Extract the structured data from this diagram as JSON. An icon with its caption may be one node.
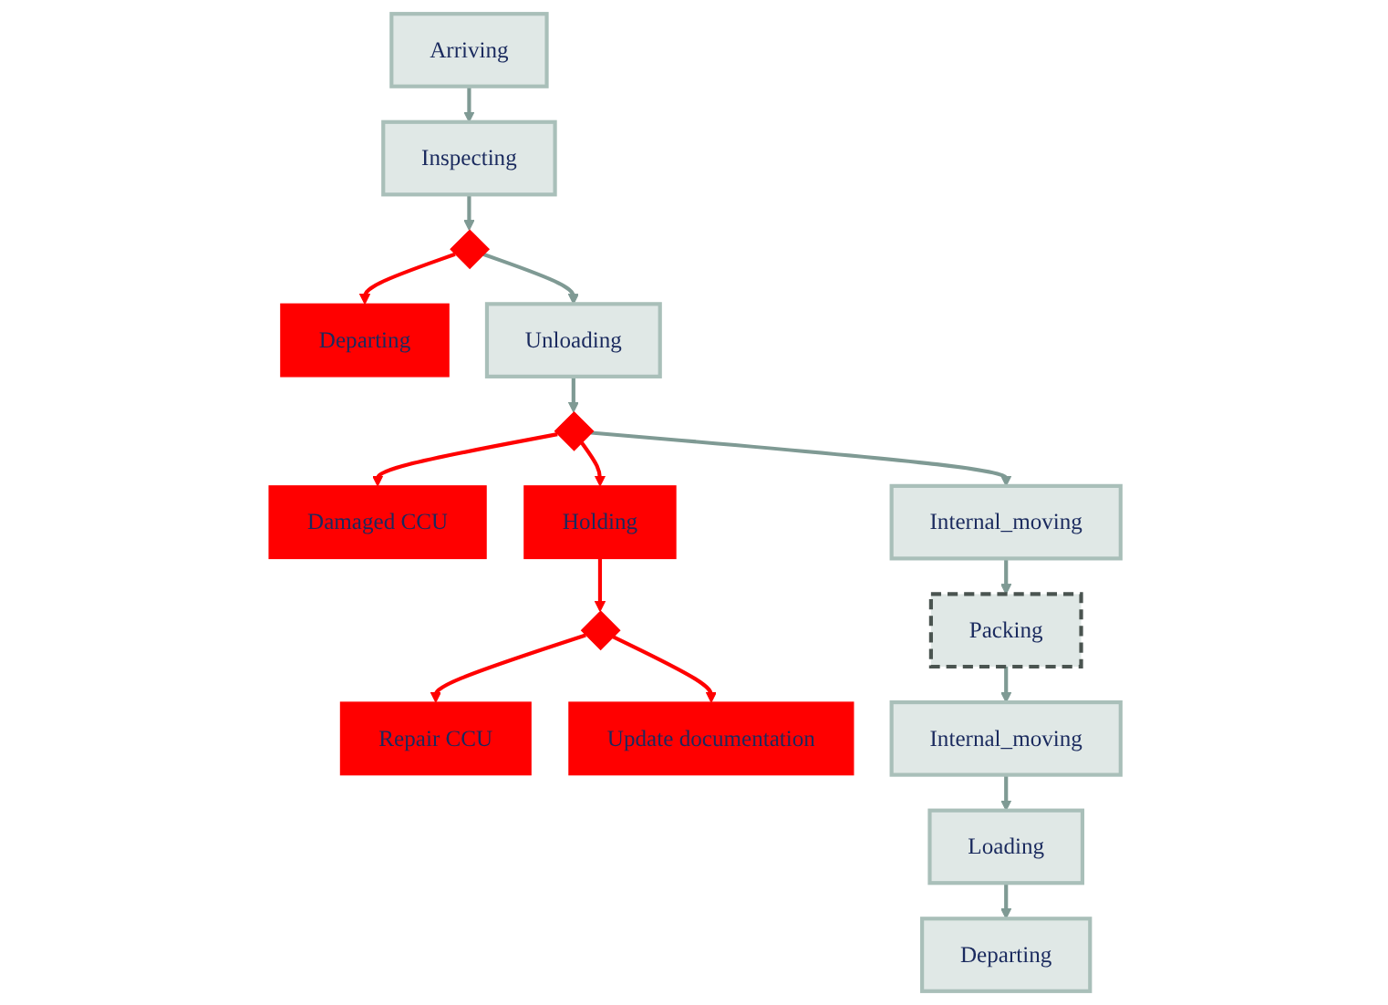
{
  "diagram": {
    "nodes": [
      {
        "text": [
          "Arriving"
        ]
      },
      {
        "text": [
          "Inspecting"
        ]
      },
      {
        "text": [],
        "shape": "diamond"
      },
      {
        "text": [
          "Departing"
        ]
      },
      {
        "text": [
          "Unloading"
        ]
      },
      {
        "text": [],
        "shape": "diamond"
      },
      {
        "text": [
          "Damaged CCU"
        ]
      },
      {
        "text": [
          "Holding"
        ]
      },
      {
        "text": [],
        "shape": "diamond"
      },
      {
        "text": [
          "Repair CCU"
        ]
      },
      {
        "text": [
          "Update documentation"
        ]
      },
      {
        "text": [
          "Internal_moving"
        ]
      },
      {
        "text": [
          "Packing"
        ]
      },
      {
        "text": [
          "Internal_moving"
        ]
      },
      {
        "text": [
          "Loading"
        ]
      },
      {
        "text": [
          "Departing"
        ]
      }
    ],
    "edges": [
      {
        "from": 0,
        "to": 1,
        "arrow": "to"
      },
      {
        "from": 1,
        "to": 2,
        "arrow": "to"
      },
      {
        "from": 2,
        "to": 3,
        "arrow": "to",
        "color": "#ff0000"
      },
      {
        "from": 2,
        "to": 4,
        "arrow": "to"
      },
      {
        "from": 4,
        "to": 5,
        "arrow": "to"
      },
      {
        "from": 5,
        "to": 6,
        "arrow": "to",
        "color": "#ff0000"
      },
      {
        "from": 5,
        "to": 7,
        "arrow": "to",
        "color": "#ff0000"
      },
      {
        "from": 5,
        "to": 11,
        "arrow": "to"
      },
      {
        "from": 7,
        "to": 8,
        "arrow": "to",
        "color": "#ff0000"
      },
      {
        "from": 8,
        "to": 9,
        "arrow": "to",
        "color": "#ff0000"
      },
      {
        "from": 8,
        "to": 10,
        "arrow": "to",
        "color": "#ff0000"
      },
      {
        "from": 11,
        "to": 12,
        "arrow": "to"
      },
      {
        "from": 12,
        "to": 13,
        "arrow": "to"
      },
      {
        "from": 13,
        "to": 14,
        "arrow": "to"
      },
      {
        "from": 14,
        "to": 15,
        "arrow": "to"
      }
    ]
  }
}
